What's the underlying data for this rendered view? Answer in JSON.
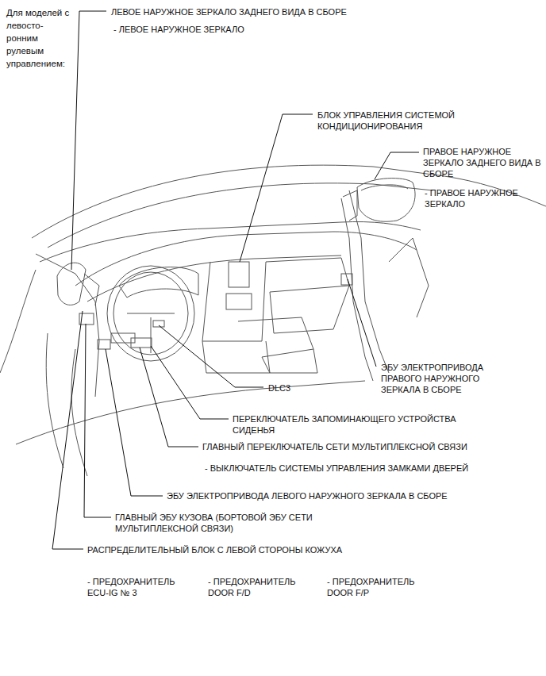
{
  "diagram": {
    "labels": [
      "Для моделей с левосто- ронним рулевым управлением:",
      "ЛЕВОЕ НАРУЖНОЕ ЗЕРКАЛО ЗАДНЕГО ВИДА В СБОРЕ",
      "- ЛЕВОЕ НАРУЖНОЕ ЗЕРКАЛО",
      "БЛОК УПРАВЛЕНИЯ СИСТЕМОЙ КОНДИЦИОНИРОВАНИЯ",
      "ПРАВОЕ НАРУЖНОЕ ЗЕРКАЛО ЗАДНЕГО ВИДА В СБОРЕ",
      "- ПРАВОЕ НАРУЖНОЕ ЗЕРКАЛО",
      "ЭБУ ЭЛЕКТРОПРИВОДА ПРАВОГО НАРУЖНОГО ЗЕРКАЛА В СБОРЕ",
      "DLC3",
      "ПЕРЕКЛЮЧАТЕЛЬ ЗАПОМИНАЮЩЕГО УСТРОЙСТВА СИДЕНЬЯ",
      "ГЛАВНЫЙ ПЕРЕКЛЮЧАТЕЛЬ СЕТИ МУЛЬТИПЛЕКСНОЙ СВЯЗИ",
      "- ВЫКЛЮЧАТЕЛЬ СИСТЕМЫ УПРАВЛЕНИЯ ЗАМКАМИ ДВЕРЕЙ",
      "ЭБУ ЭЛЕКТРОПРИВОДА ЛЕВОГО НАРУЖНОГО ЗЕРКАЛА В СБОРЕ",
      "ГЛАВНЫЙ ЭБУ КУЗОВА (БОРТОВОЙ ЭБУ СЕТИ МУЛЬТИПЛЕКСНОЙ СВЯЗИ)",
      "РАСПРЕДЕЛИТЕЛЬНЫЙ БЛОК С ЛЕВОЙ СТОРОНЫ КОЖУХА",
      "- ПРЕДОХРАНИТЕЛЬ ECU-IG № 3",
      "- ПРЕДОХРАНИТЕЛЬ DOOR F/D",
      "- ПРЕДОХРАНИТЕЛЬ DOOR F/P"
    ]
  }
}
